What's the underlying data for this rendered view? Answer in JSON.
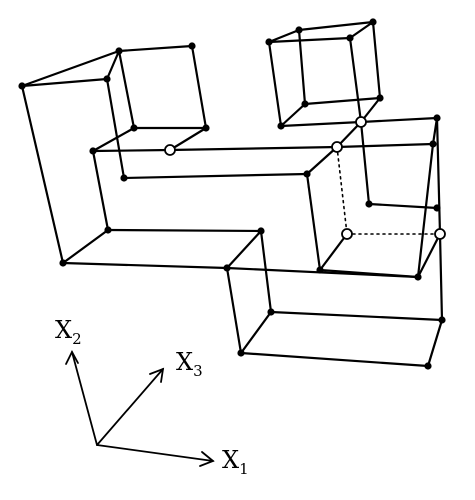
{
  "colors": {
    "line": "#000000",
    "background": "#ffffff",
    "open_vertex_fill": "#ffffff"
  },
  "axes": {
    "x1": {
      "letter": "X",
      "subscript": "1"
    },
    "x2": {
      "letter": "X",
      "subscript": "2"
    },
    "x3": {
      "letter": "X",
      "subscript": "3"
    }
  }
}
